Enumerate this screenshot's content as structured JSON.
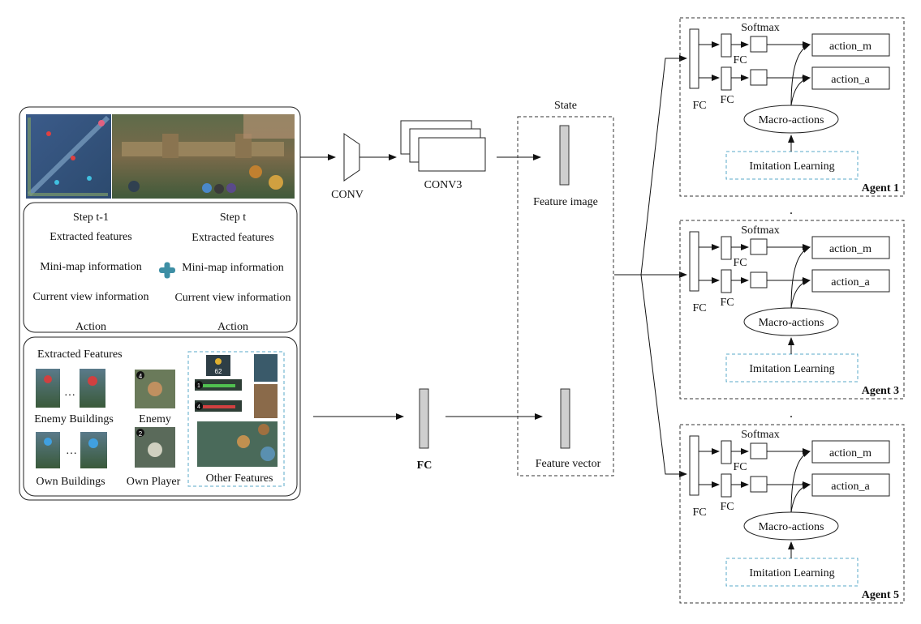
{
  "left_panel": {
    "step_prev": {
      "title": "Step t-1",
      "lines": [
        "Extracted features",
        "Mini-map information",
        "Current view information",
        "Action"
      ]
    },
    "step_curr": {
      "title": "Step t",
      "lines": [
        "Extracted features",
        "Mini-map information",
        "Current view information",
        "Action"
      ]
    },
    "extracted": {
      "title": "Extracted Features",
      "ellipsis": "…",
      "labels": [
        "Enemy Buildings",
        "Enemy",
        "Own Buildings",
        "Own Player",
        "Other Features"
      ],
      "gold_value": "62",
      "badge_numbers": [
        "4",
        "2",
        "1",
        "4"
      ]
    }
  },
  "pipeline": {
    "conv": "CONV",
    "conv3": "CONV3",
    "fc": "FC",
    "state": "State",
    "feature_image": "Feature image",
    "feature_vector": "Feature vector"
  },
  "agents": [
    {
      "name": "Agent 1"
    },
    {
      "name": "Agent 3"
    },
    {
      "name": "Agent 5"
    }
  ],
  "agent_common": {
    "softmax": "Softmax",
    "fc": "FC",
    "action_m": "action_m",
    "action_a": "action_a",
    "macro": "Macro-actions",
    "imitation": "Imitation Learning",
    "dot": "."
  },
  "colors": {
    "plus": "#3e8fa5",
    "imitation_border": "#5aa9c9",
    "bar_fill": "#cfcfcf"
  }
}
